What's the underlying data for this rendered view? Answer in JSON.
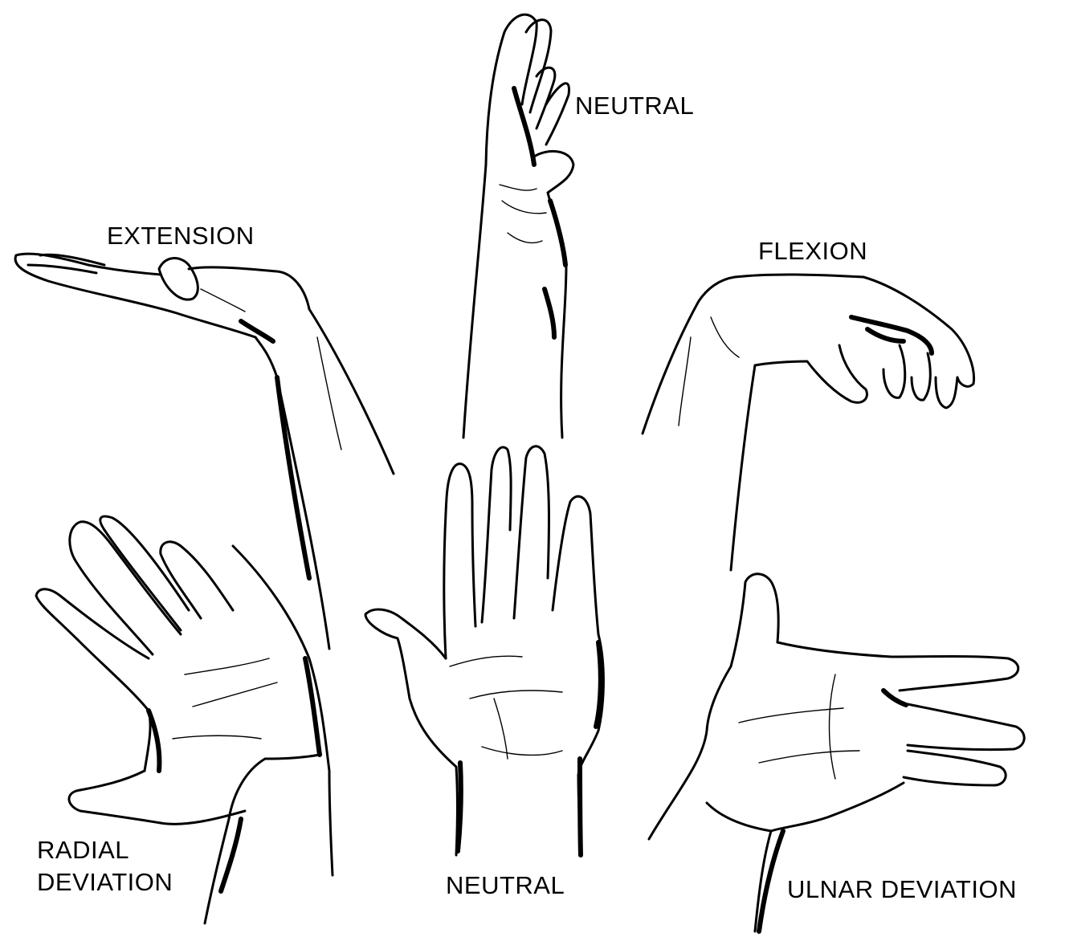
{
  "labels": {
    "neutral_top": "NEUTRAL",
    "extension": "EXTENSION",
    "flexion": "FLEXION",
    "radial_deviation_line1": "RADIAL",
    "radial_deviation_line2": "DEVIATION",
    "neutral_bottom": "NEUTRAL",
    "ulnar_deviation": "ULNAR DEVIATION"
  }
}
